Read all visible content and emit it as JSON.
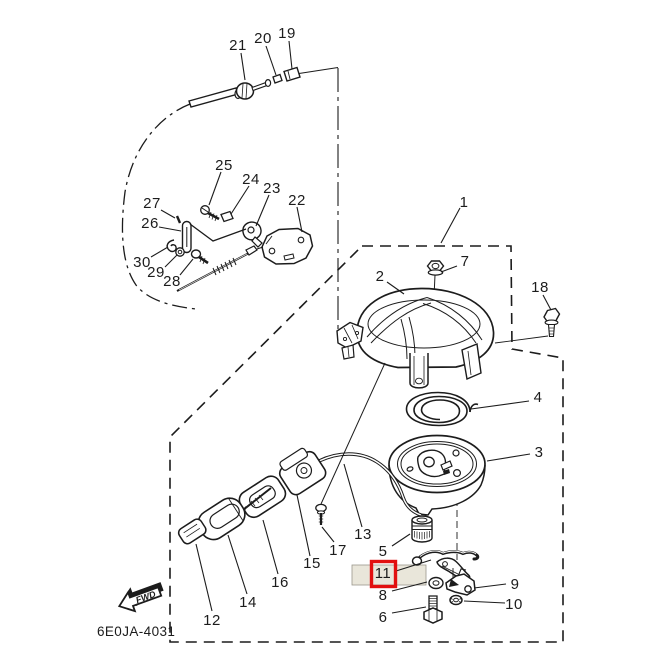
{
  "colors": {
    "ink": "#1c1c1c",
    "paper": "#ffffff"
  },
  "diagram": {
    "code": "6E0JA-4031",
    "fwd_label": "FWD",
    "highlight": {
      "part_label": "11",
      "band_color": "#e9e6da",
      "box_color": "#e20f0f"
    },
    "callouts": [
      {
        "label": "1"
      },
      {
        "label": "2"
      },
      {
        "label": "3"
      },
      {
        "label": "4"
      },
      {
        "label": "5"
      },
      {
        "label": "6"
      },
      {
        "label": "7"
      },
      {
        "label": "8"
      },
      {
        "label": "9"
      },
      {
        "label": "10"
      },
      {
        "label": "11"
      },
      {
        "label": "12"
      },
      {
        "label": "13"
      },
      {
        "label": "14"
      },
      {
        "label": "15"
      },
      {
        "label": "16"
      },
      {
        "label": "17"
      },
      {
        "label": "18"
      },
      {
        "label": "19"
      },
      {
        "label": "20"
      },
      {
        "label": "21"
      },
      {
        "label": "22"
      },
      {
        "label": "23"
      },
      {
        "label": "24"
      },
      {
        "label": "25"
      },
      {
        "label": "26"
      },
      {
        "label": "27"
      },
      {
        "label": "28"
      },
      {
        "label": "29"
      },
      {
        "label": "30"
      }
    ]
  }
}
